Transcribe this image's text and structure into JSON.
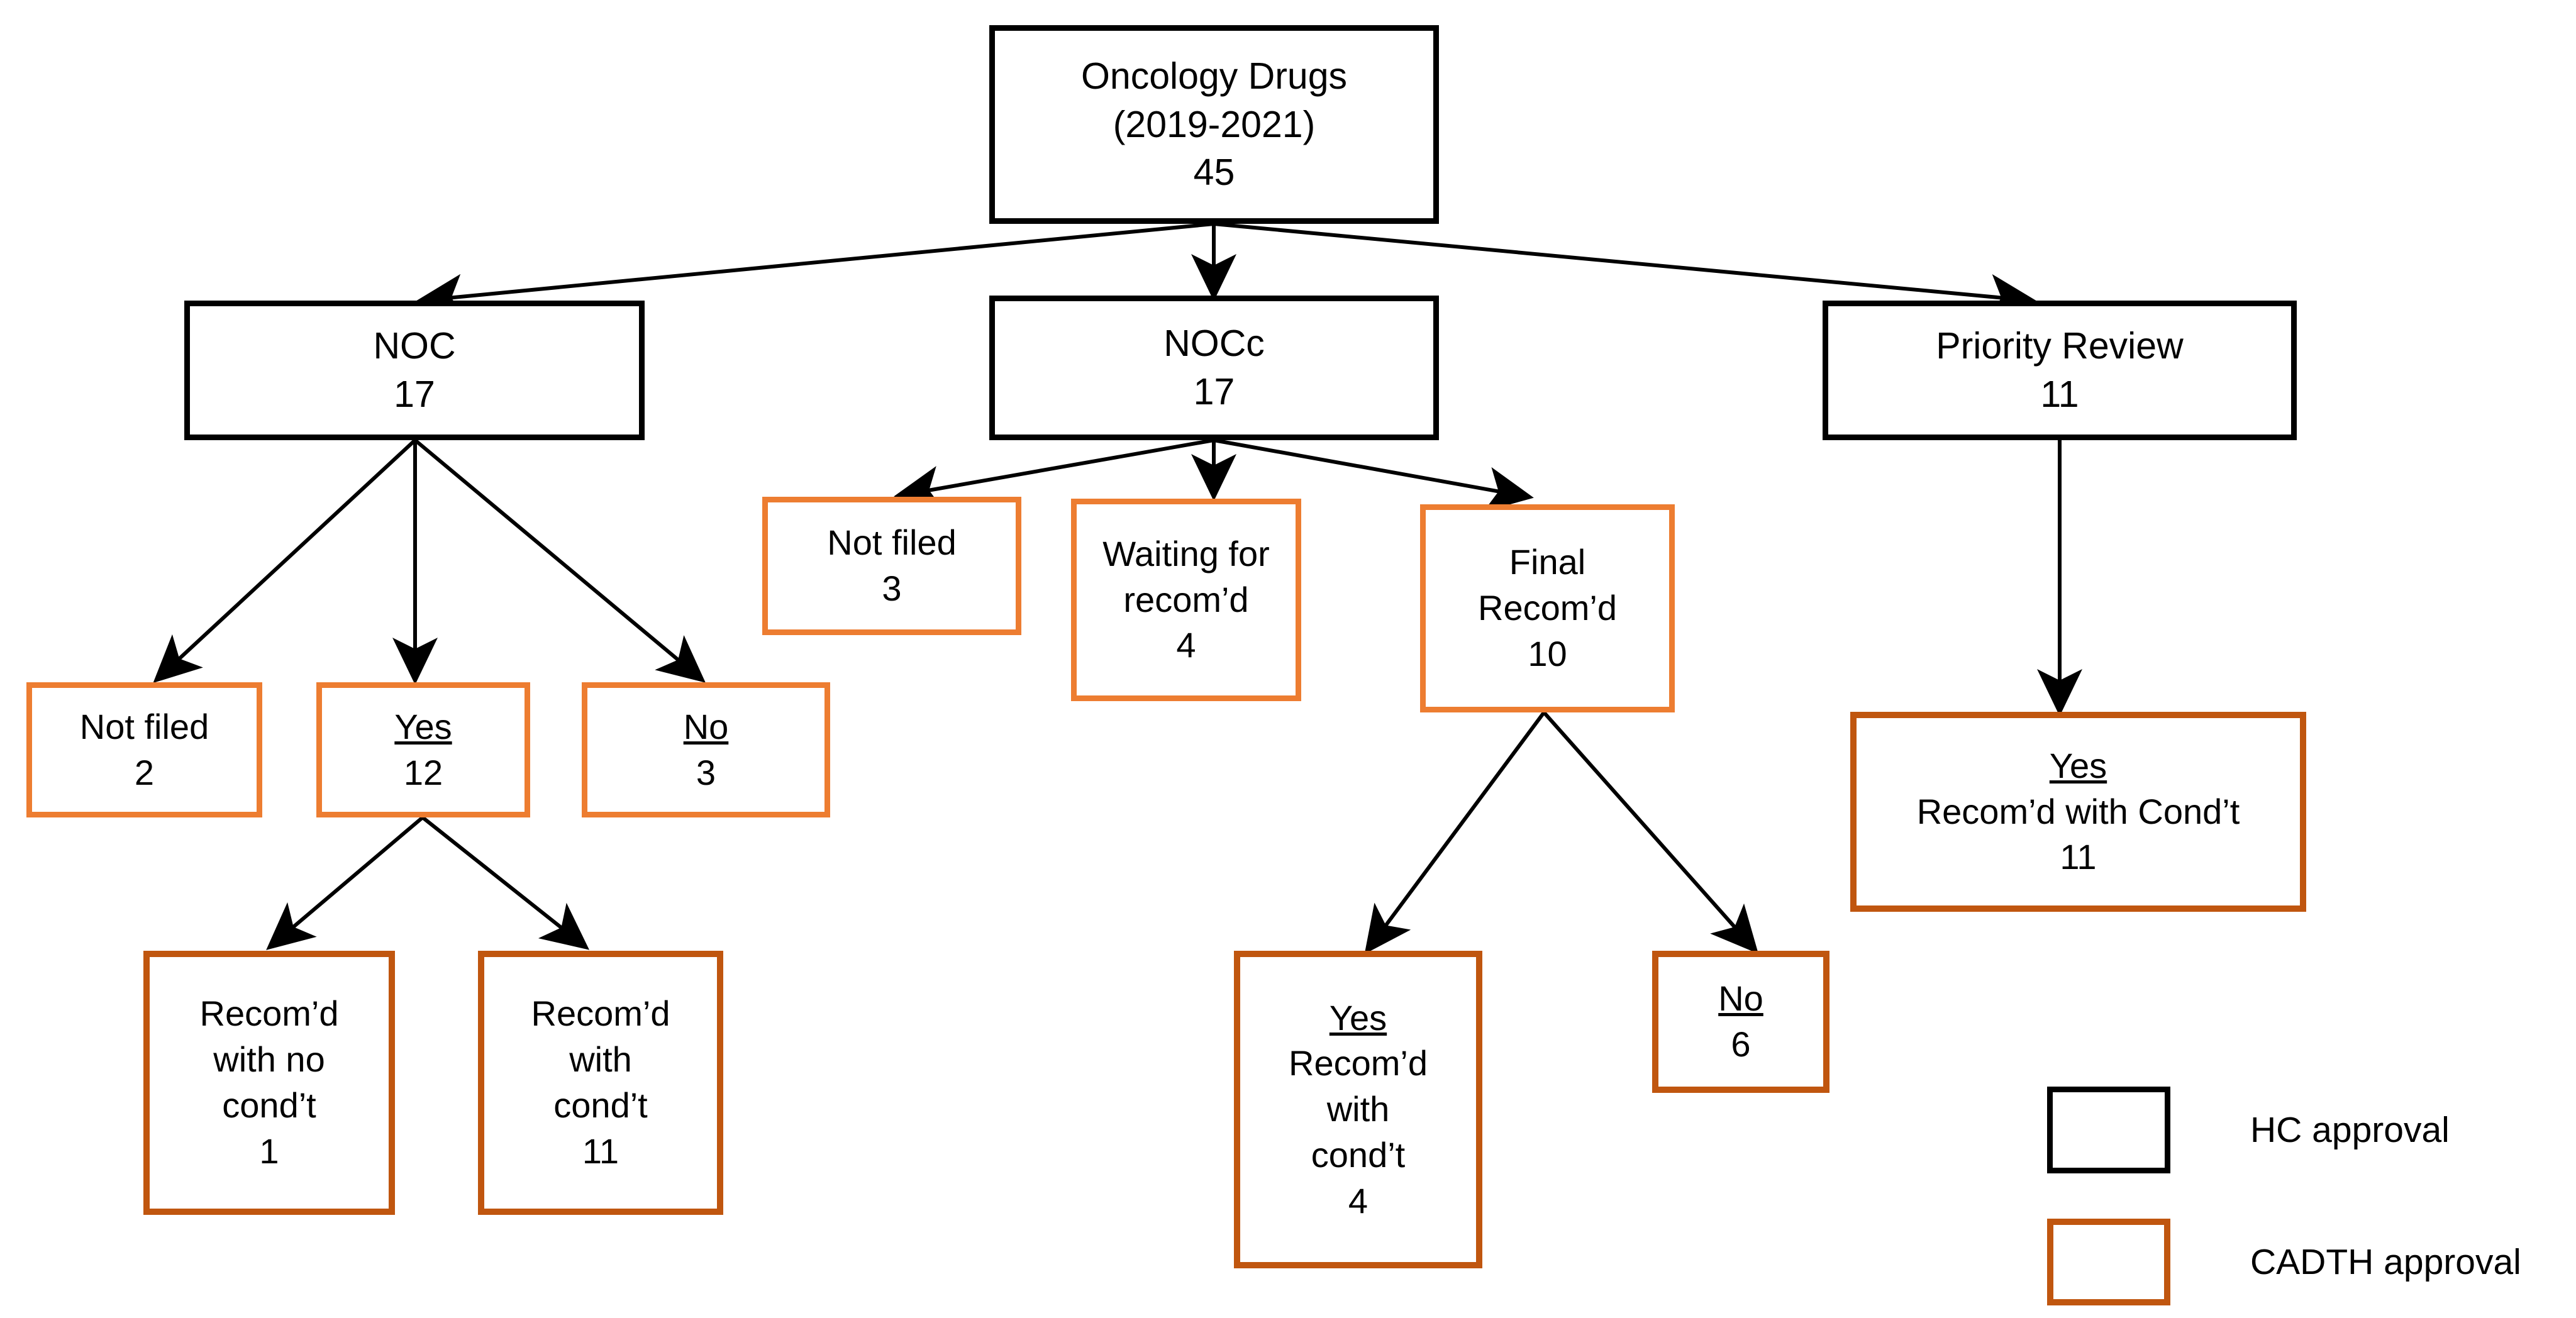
{
  "diagram": {
    "title": "Oncology drug approval flow (HC and CADTH)",
    "colors": {
      "hc_border": "#000000",
      "cadth_light_border": "#ED7D31",
      "cadth_dark_border": "#C0560F",
      "background": "#FFFFFF",
      "text": "#000000",
      "edge": "#000000"
    },
    "nodes": {
      "root": {
        "lines": [
          "Oncology Drugs",
          "(2019‑2021)",
          "45"
        ],
        "underline": [
          false,
          false,
          false
        ],
        "type": "hc"
      },
      "noc": {
        "lines": [
          "NOC",
          "17"
        ],
        "underline": [
          false,
          false
        ],
        "type": "hc"
      },
      "nocc": {
        "lines": [
          "NOCc",
          "17"
        ],
        "underline": [
          false,
          false
        ],
        "type": "hc"
      },
      "priority": {
        "lines": [
          "Priority Review",
          "11"
        ],
        "underline": [
          false,
          false
        ],
        "type": "hc"
      },
      "noc_notfiled": {
        "lines": [
          "Not filed",
          "2"
        ],
        "underline": [
          false,
          false
        ],
        "type": "cadth-light"
      },
      "noc_yes": {
        "lines": [
          "Yes",
          "12"
        ],
        "underline": [
          true,
          false
        ],
        "type": "cadth-light"
      },
      "noc_no": {
        "lines": [
          "No",
          "3"
        ],
        "underline": [
          true,
          false
        ],
        "type": "cadth-light"
      },
      "noc_rec_nocond": {
        "lines": [
          "Recom’d",
          "with no",
          "cond’t",
          "1"
        ],
        "underline": [
          false,
          false,
          false,
          false
        ],
        "type": "cadth-dark"
      },
      "noc_rec_cond": {
        "lines": [
          "Recom’d",
          "with",
          "cond’t",
          "11"
        ],
        "underline": [
          false,
          false,
          false,
          false
        ],
        "type": "cadth-dark"
      },
      "nocc_notfiled": {
        "lines": [
          "Not filed",
          "3"
        ],
        "underline": [
          false,
          false
        ],
        "type": "cadth-light"
      },
      "nocc_waiting": {
        "lines": [
          "Waiting for",
          "recom’d",
          "4"
        ],
        "underline": [
          false,
          false,
          false
        ],
        "type": "cadth-light"
      },
      "nocc_final": {
        "lines": [
          "Final",
          "Recom’d",
          "10"
        ],
        "underline": [
          false,
          false,
          false
        ],
        "type": "cadth-light"
      },
      "final_yes": {
        "lines": [
          "Yes",
          "Recom’d",
          "with",
          "cond’t",
          "4"
        ],
        "underline": [
          true,
          false,
          false,
          false,
          false
        ],
        "type": "cadth-dark"
      },
      "final_no": {
        "lines": [
          "No",
          "6"
        ],
        "underline": [
          true,
          false
        ],
        "type": "cadth-dark"
      },
      "priority_yes": {
        "lines": [
          "Yes",
          "Recom’d with Cond’t",
          "11"
        ],
        "underline": [
          true,
          false,
          false
        ],
        "type": "cadth-dark"
      }
    },
    "legend": {
      "items": [
        {
          "swatch": "hc-swatch",
          "label": "HC approval"
        },
        {
          "swatch": "cadth-swatch",
          "label": "CADTH approval"
        }
      ]
    },
    "chart_data": {
      "type": "tree",
      "title": "Oncology Drugs (2019-2021) approval pathway counts",
      "root": {
        "label": "Oncology Drugs (2019-2021)",
        "count": 45,
        "approval": "HC"
      },
      "nodes": [
        {
          "id": "noc",
          "label": "NOC",
          "count": 17,
          "parent": "root",
          "approval": "HC"
        },
        {
          "id": "nocc",
          "label": "NOCc",
          "count": 17,
          "parent": "root",
          "approval": "HC"
        },
        {
          "id": "priority",
          "label": "Priority Review",
          "count": 11,
          "parent": "root",
          "approval": "HC"
        },
        {
          "id": "noc_notfiled",
          "label": "Not filed",
          "count": 2,
          "parent": "noc",
          "approval": "CADTH"
        },
        {
          "id": "noc_yes",
          "label": "Yes",
          "count": 12,
          "parent": "noc",
          "approval": "CADTH"
        },
        {
          "id": "noc_no",
          "label": "No",
          "count": 3,
          "parent": "noc",
          "approval": "CADTH"
        },
        {
          "id": "noc_rec_nocond",
          "label": "Recom'd with no cond't",
          "count": 1,
          "parent": "noc_yes",
          "approval": "CADTH"
        },
        {
          "id": "noc_rec_cond",
          "label": "Recom'd with cond't",
          "count": 11,
          "parent": "noc_yes",
          "approval": "CADTH"
        },
        {
          "id": "nocc_notfiled",
          "label": "Not filed",
          "count": 3,
          "parent": "nocc",
          "approval": "CADTH"
        },
        {
          "id": "nocc_waiting",
          "label": "Waiting for recom'd",
          "count": 4,
          "parent": "nocc",
          "approval": "CADTH"
        },
        {
          "id": "nocc_final",
          "label": "Final Recom'd",
          "count": 10,
          "parent": "nocc",
          "approval": "CADTH"
        },
        {
          "id": "final_yes",
          "label": "Yes Recom'd with cond't",
          "count": 4,
          "parent": "nocc_final",
          "approval": "CADTH"
        },
        {
          "id": "final_no",
          "label": "No",
          "count": 6,
          "parent": "nocc_final",
          "approval": "CADTH"
        },
        {
          "id": "priority_yes",
          "label": "Yes Recom'd with Cond't",
          "count": 11,
          "parent": "priority",
          "approval": "CADTH"
        }
      ]
    }
  }
}
